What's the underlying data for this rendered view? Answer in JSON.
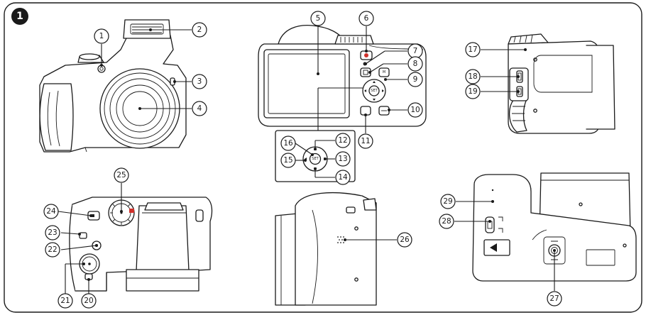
{
  "figure_number": "1",
  "colors": {
    "stroke": "#1a1a1a",
    "accent": "#d0302a"
  },
  "dial_marks": [
    "SET",
    "SET"
  ],
  "callouts": [
    {
      "number": "1"
    },
    {
      "number": "2"
    },
    {
      "number": "3"
    },
    {
      "number": "4"
    },
    {
      "number": "5"
    },
    {
      "number": "6"
    },
    {
      "number": "7"
    },
    {
      "number": "8"
    },
    {
      "number": "9"
    },
    {
      "number": "10"
    },
    {
      "number": "11"
    },
    {
      "number": "12"
    },
    {
      "number": "13"
    },
    {
      "number": "14"
    },
    {
      "number": "15"
    },
    {
      "number": "16"
    },
    {
      "number": "17"
    },
    {
      "number": "18"
    },
    {
      "number": "19"
    },
    {
      "number": "20"
    },
    {
      "number": "21"
    },
    {
      "number": "22"
    },
    {
      "number": "23"
    },
    {
      "number": "24"
    },
    {
      "number": "25"
    },
    {
      "number": "26"
    },
    {
      "number": "27"
    },
    {
      "number": "28"
    },
    {
      "number": "29"
    }
  ]
}
